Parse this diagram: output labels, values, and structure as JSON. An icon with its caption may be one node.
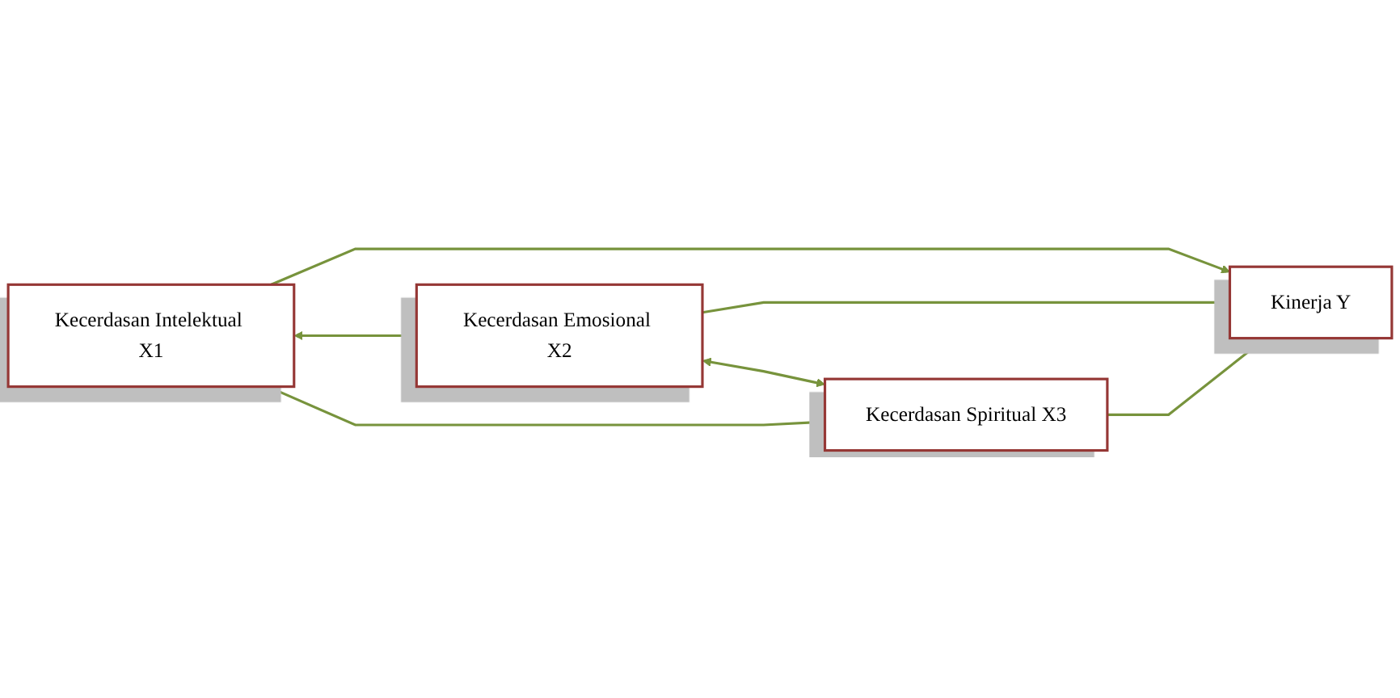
{
  "diagram": {
    "nodes": [
      {
        "text": [
          "Kecerdasan Intelektual X1"
        ]
      },
      {
        "text": [
          "Kecerdasan Emosional X2"
        ]
      },
      {
        "text": [
          "Kecerdasan Spiritual X3"
        ]
      },
      {
        "text": [
          "Kinerja Y"
        ]
      }
    ],
    "edges": [
      {
        "from": 0,
        "to": 3,
        "arrow": "to"
      },
      {
        "from": 1,
        "to": 3,
        "arrow": "to"
      },
      {
        "from": 2,
        "to": 3,
        "arrow": "to"
      },
      {
        "from": 0,
        "to": 1,
        "arrow": "both"
      },
      {
        "from": 1,
        "to": 2,
        "arrow": "both"
      },
      {
        "from": 0,
        "to": 2,
        "arrow": "both"
      }
    ]
  }
}
